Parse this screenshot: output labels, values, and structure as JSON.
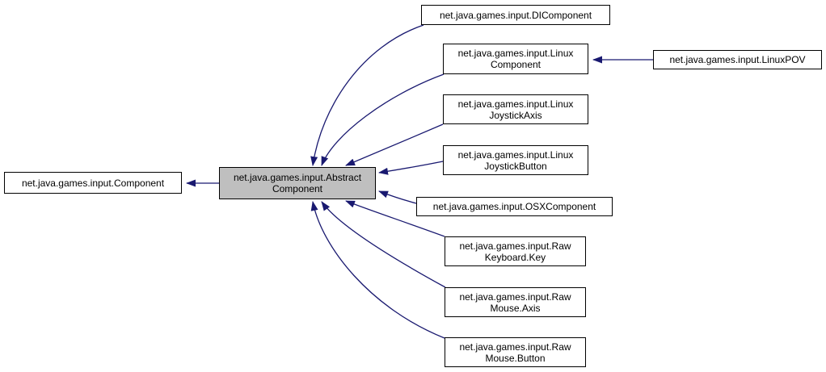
{
  "nodes": {
    "component": {
      "label": "net.java.games.input.Component"
    },
    "abstract_component": {
      "label": "net.java.games.input.Abstract\nComponent"
    },
    "di_component": {
      "label": "net.java.games.input.DIComponent"
    },
    "linux_component": {
      "label": "net.java.games.input.Linux\nComponent"
    },
    "linux_pov": {
      "label": "net.java.games.input.LinuxPOV"
    },
    "linux_joystick_axis": {
      "label": "net.java.games.input.Linux\nJoystickAxis"
    },
    "linux_joystick_button": {
      "label": "net.java.games.input.Linux\nJoystickButton"
    },
    "osx_component": {
      "label": "net.java.games.input.OSXComponent"
    },
    "raw_keyboard_key": {
      "label": "net.java.games.input.Raw\nKeyboard.Key"
    },
    "raw_mouse_axis": {
      "label": "net.java.games.input.Raw\nMouse.Axis"
    },
    "raw_mouse_button": {
      "label": "net.java.games.input.Raw\nMouse.Button"
    }
  },
  "edges": [
    {
      "from": "abstract_component",
      "to": "component",
      "type": "inheritance"
    },
    {
      "from": "di_component",
      "to": "abstract_component",
      "type": "inheritance"
    },
    {
      "from": "linux_component",
      "to": "abstract_component",
      "type": "inheritance"
    },
    {
      "from": "linux_joystick_axis",
      "to": "abstract_component",
      "type": "inheritance"
    },
    {
      "from": "linux_joystick_button",
      "to": "abstract_component",
      "type": "inheritance"
    },
    {
      "from": "osx_component",
      "to": "abstract_component",
      "type": "inheritance"
    },
    {
      "from": "raw_keyboard_key",
      "to": "abstract_component",
      "type": "inheritance"
    },
    {
      "from": "raw_mouse_axis",
      "to": "abstract_component",
      "type": "inheritance"
    },
    {
      "from": "raw_mouse_button",
      "to": "abstract_component",
      "type": "inheritance"
    },
    {
      "from": "linux_pov",
      "to": "linux_component",
      "type": "inheritance"
    }
  ],
  "colors": {
    "edge_color": "#191970",
    "node_fill": "#ffffff",
    "current_node_fill": "#bfbfbf",
    "node_border": "#000000",
    "bg": "#ffffff"
  }
}
